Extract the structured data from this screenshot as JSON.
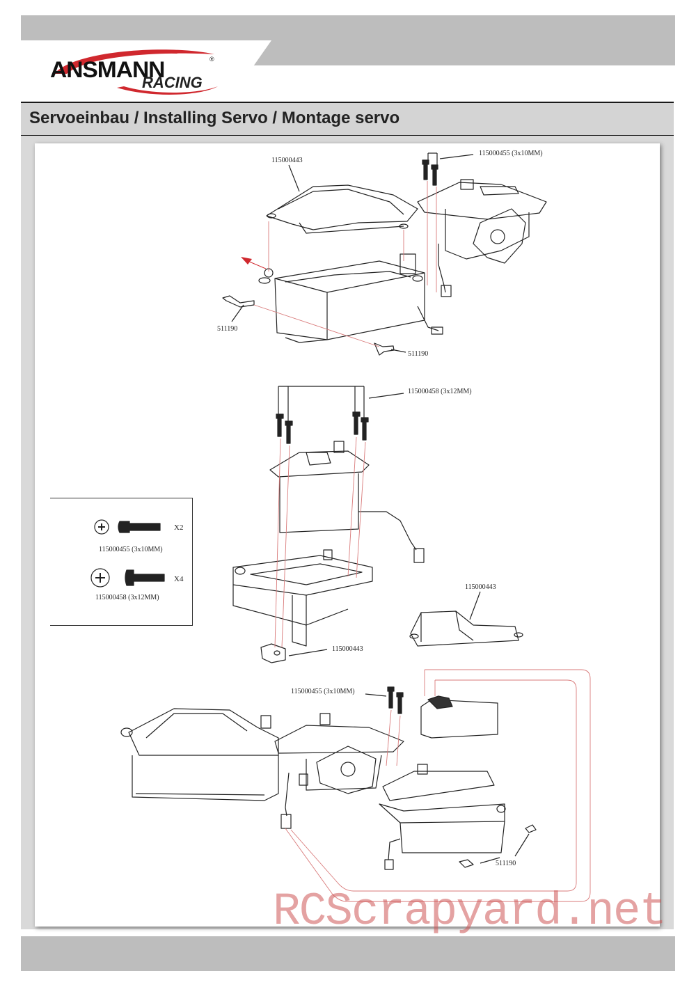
{
  "header": {
    "brand": "ANSMANN",
    "brand_sub": "RACING",
    "registered": "®"
  },
  "title": "Servoeinbau / Installing Servo / Montage servo",
  "labels": {
    "top_cover": "115000443",
    "top_screws": "115000455 (3x10MM)",
    "clip_left": "511190",
    "clip_bottom": "511190",
    "mid_screws": "115000458 (3x12MM)",
    "mid_cover": "115000443",
    "mid_mount": "115000443",
    "bottom_screws": "115000455 (3x10MM)",
    "bottom_clip": "511190"
  },
  "legend": {
    "items": [
      {
        "part": "115000455 (3x10MM)",
        "qty": "X2",
        "icon": "phillips-screw-icon"
      },
      {
        "part": "115000458 (3x12MM)",
        "qty": "X4",
        "icon": "phillips-screw-icon"
      }
    ]
  },
  "watermark": "RCScrapyard.net",
  "colors": {
    "bar": "#bdbdbd",
    "title_bg": "#d4d4d4",
    "line": "#222222",
    "red_guide": "#d97a7a",
    "watermark": "#cd5555"
  }
}
